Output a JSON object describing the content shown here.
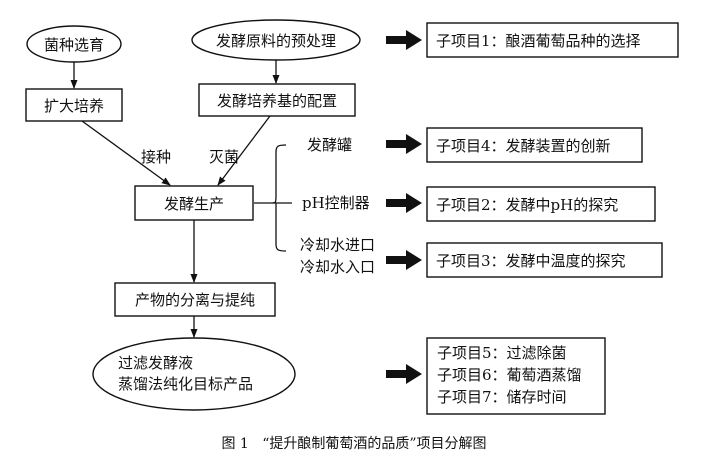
{
  "nodes": {
    "strain_selection": "菌种选育",
    "raw_material_pretreatment": "发酵原料的预处理",
    "scale_up_culture": "扩大培养",
    "medium_preparation": "发酵培养基的配置",
    "fermentation_production": "发酵生产",
    "product_separation": "产物的分离与提纯",
    "final_process_line1": "过滤发酵液",
    "final_process_line2": "蒸馏法纯化目标产品"
  },
  "edge_labels": {
    "inoculation": "接种",
    "sterilization": "灭菌"
  },
  "equipment": {
    "fermenter": "发酵罐",
    "ph_controller": "pH控制器",
    "cooling_in": "冷却水进口",
    "cooling_out": "冷却水入口"
  },
  "subprojects": {
    "sp1": "子项目1：酿酒葡萄品种的选择",
    "sp4": "子项目4：发酵装置的创新",
    "sp2": "子项目2：发酵中pH的探究",
    "sp3": "子项目3：发酵中温度的探究",
    "sp5": "子项目5：过滤除菌",
    "sp6": "子项目6：葡萄酒蒸馏",
    "sp7": "子项目7：储存时间"
  },
  "caption": "图 1   “提升酿制葡萄酒的品质”项目分解图"
}
